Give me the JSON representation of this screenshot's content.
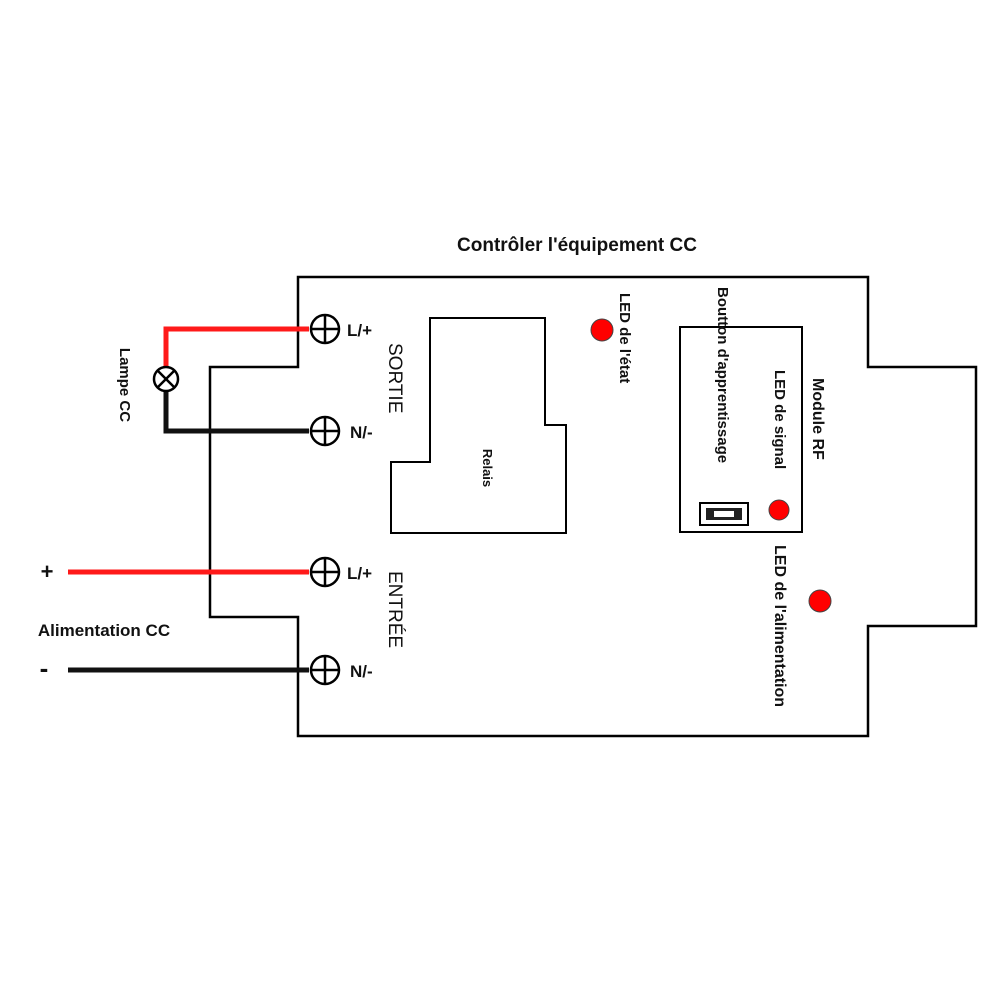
{
  "title": "Contrôler l'équipement CC",
  "lamp": {
    "label": "Lampe CC"
  },
  "power": {
    "label": "Alimentation CC",
    "plus": "+",
    "minus": "-"
  },
  "output": {
    "group_label": "SORTIE",
    "terminal_pos": "L/+",
    "terminal_neg": "N/-"
  },
  "input": {
    "group_label": "ENTRÉE",
    "terminal_pos": "L/+",
    "terminal_neg": "N/-"
  },
  "relay": {
    "label": "Relais"
  },
  "status_led": {
    "label": "LED de l'état"
  },
  "rf_module": {
    "label": "Module RF",
    "signal_led_label": "LED de signal",
    "learn_button_label": "Boutton d'apprentissage"
  },
  "power_led": {
    "label": "LED de l'alimentation"
  },
  "colors": {
    "positive_wire": "#ff1a1a",
    "negative_wire": "#111111",
    "led": "#ff0000",
    "outline": "#000000"
  }
}
